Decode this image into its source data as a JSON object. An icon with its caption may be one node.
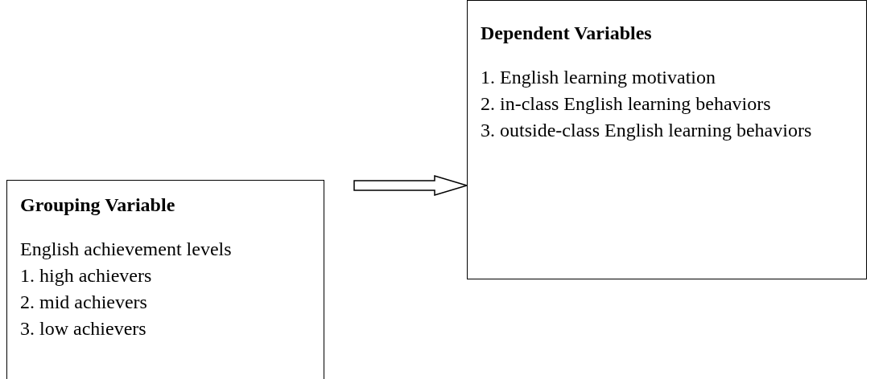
{
  "diagram": {
    "nodes": [
      {
        "text": [
          "Grouping Variable",
          "English achievement levels",
          "1. high achievers",
          "2. mid achievers",
          "3. low achievers"
        ]
      },
      {
        "text": [
          "Dependent Variables",
          "1. English learning motivation",
          "2. in-class English learning behaviors",
          "3. outside-class English learning behaviors"
        ]
      }
    ],
    "edges": [
      {
        "from": 0,
        "to": 1,
        "arrow": "to"
      }
    ]
  }
}
